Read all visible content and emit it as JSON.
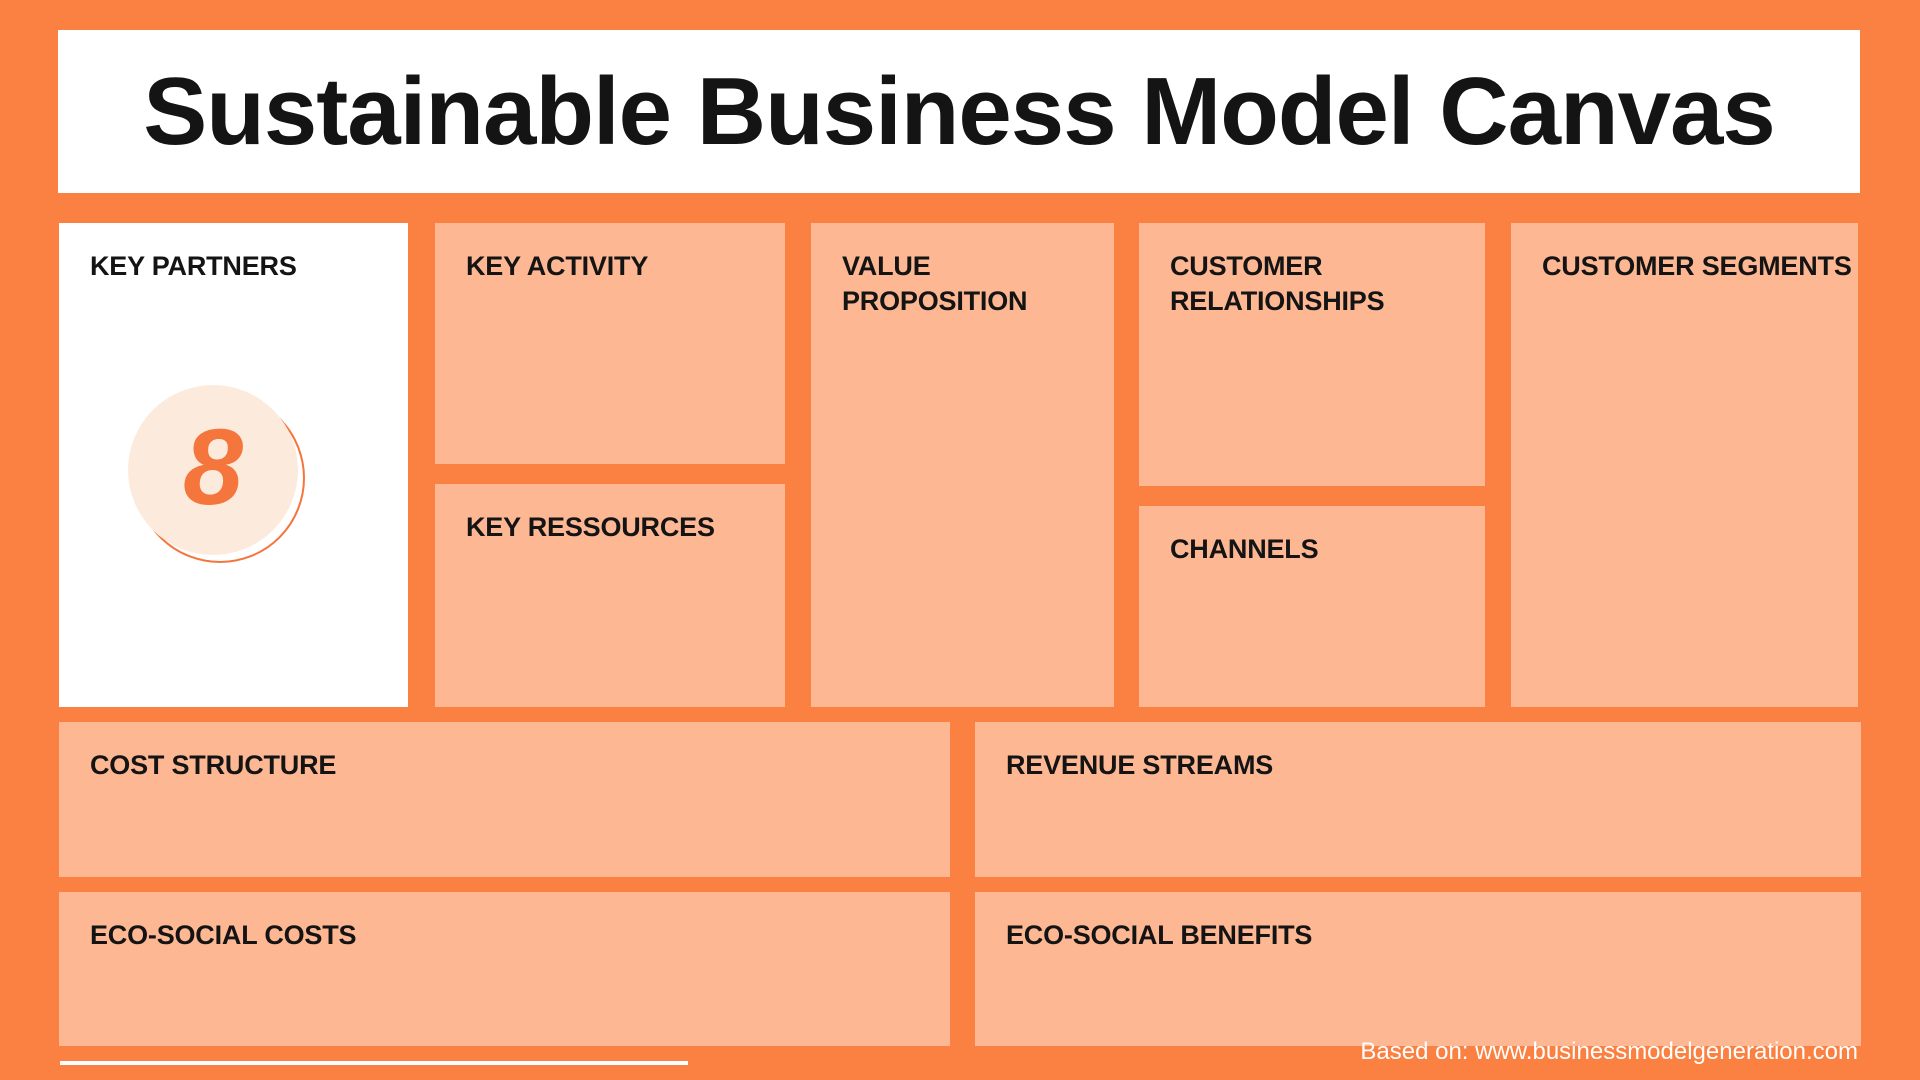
{
  "header": {
    "title": "Sustainable Business Model Canvas"
  },
  "boxes": {
    "key_partners": {
      "label": "KEY PARTNERS",
      "badge": "8"
    },
    "key_activity": {
      "label": "KEY ACTIVITY"
    },
    "key_ressources": {
      "label": "KEY RESSOURCES"
    },
    "value_proposition": {
      "label": "VALUE PROPOSITION"
    },
    "customer_relationships": {
      "label": "CUSTOMER RELATIONSHIPS"
    },
    "channels": {
      "label": "CHANNELS"
    },
    "customer_segments": {
      "label": "CUSTOMER SEGMENTS"
    },
    "cost_structure": {
      "label": "COST STRUCTURE"
    },
    "revenue_streams": {
      "label": "REVENUE STREAMS"
    },
    "eco_social_costs": {
      "label": "ECO-SOCIAL COSTS"
    },
    "eco_social_benefits": {
      "label": "ECO-SOCIAL BENEFITS"
    }
  },
  "footer": {
    "credit": "Based on: www.businessmodelgeneration.com"
  },
  "colors": {
    "background_orange": "#FA8142",
    "panel_peach": "#FDB793",
    "panel_white": "#FFFFFF",
    "badge_fill": "#FCEBDC",
    "accent_orange": "#F4763C",
    "text_black": "#141414",
    "text_white": "#FFFFFF"
  }
}
